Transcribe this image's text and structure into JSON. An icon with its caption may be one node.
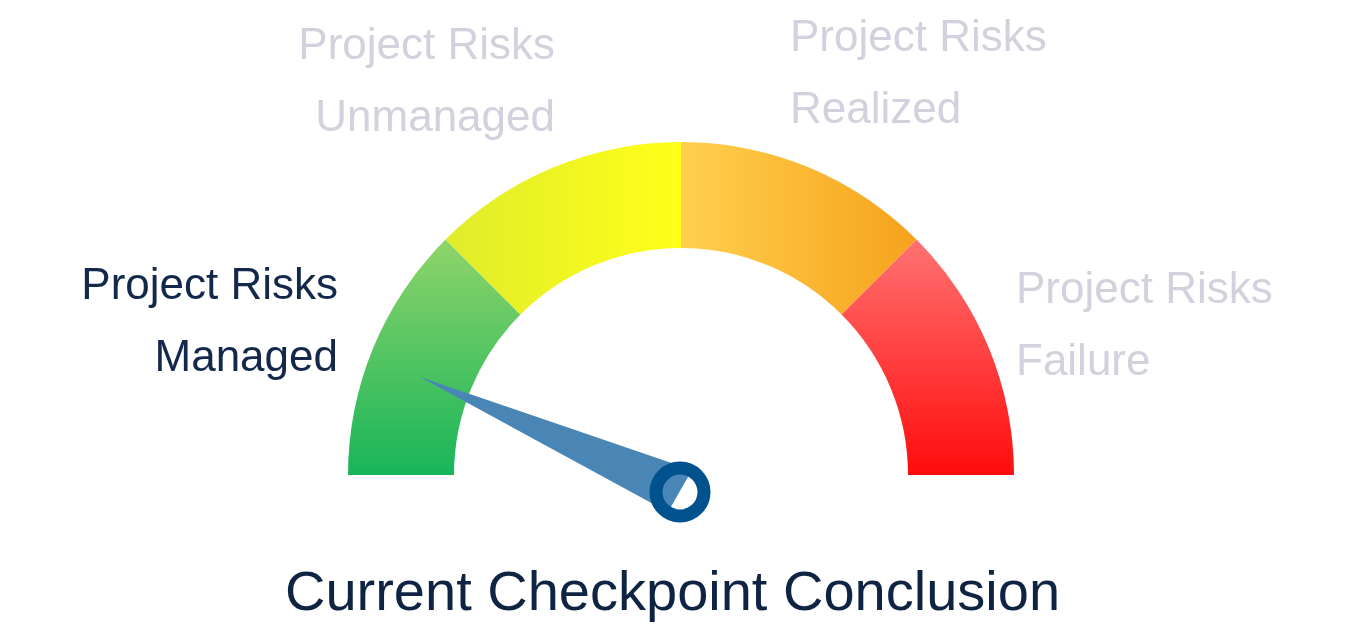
{
  "diagram": {
    "caption": "Current Checkpoint Conclusion",
    "labels": [
      "Project Risks Unmanaged",
      "Project Risks Realized",
      "Project Risks Managed",
      "Project Risks Failure"
    ]
  }
}
